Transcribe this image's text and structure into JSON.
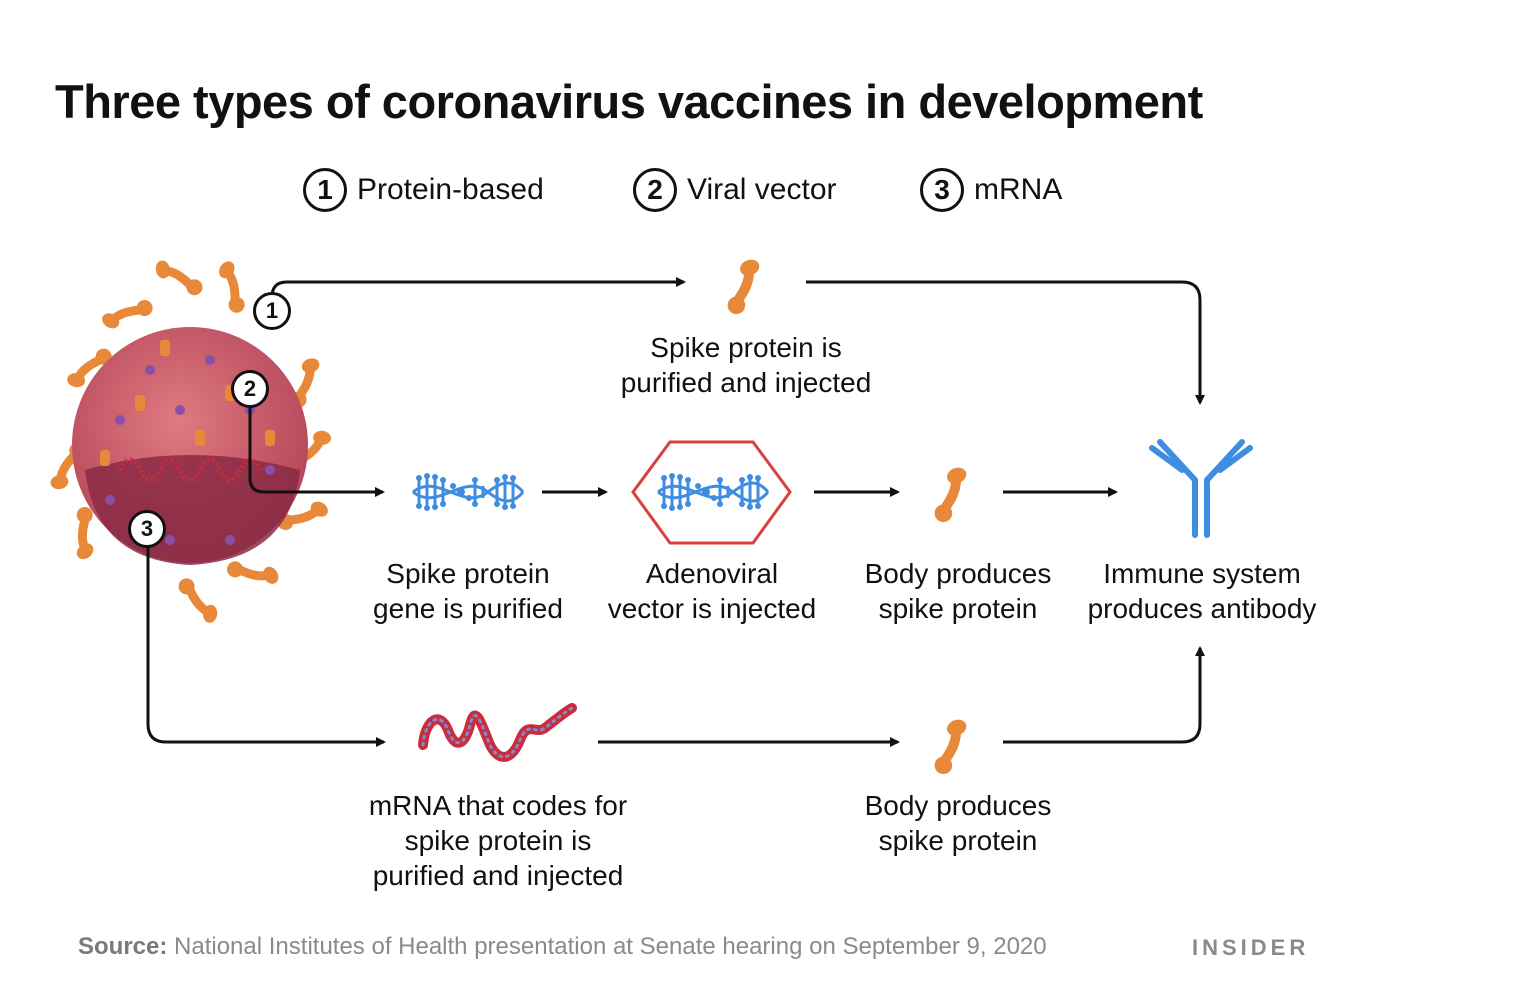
{
  "title": "Three types of coronavirus vaccines in development",
  "legend": [
    {
      "num": "1",
      "label": "Protein-based"
    },
    {
      "num": "2",
      "label": "Viral vector"
    },
    {
      "num": "3",
      "label": "mRNA"
    }
  ],
  "captions": {
    "spike_purified": [
      "Spike protein is",
      "purified and injected"
    ],
    "gene_purified": [
      "Spike protein",
      "gene is purified"
    ],
    "adenoviral": [
      "Adenoviral",
      "vector is injected"
    ],
    "body_produces_2": [
      "Body produces",
      "spike protein"
    ],
    "immune": [
      "Immune system",
      "produces antibody"
    ],
    "mrna": [
      "mRNA that codes for",
      "spike protein is",
      "purified and injected"
    ],
    "body_produces_3": [
      "Body produces",
      "spike protein"
    ]
  },
  "badges": [
    "1",
    "2",
    "3"
  ],
  "source_label": "Source:",
  "source_text": "National Institutes of Health presentation at Senate hearing on September 9, 2020",
  "brand": "INSIDER",
  "colors": {
    "spike": "#e8893a",
    "virus": "#c9606a",
    "dna": "#3f8de0",
    "hexagon": "#d7403e",
    "antibody": "#3f8de0",
    "mrna": "#cc2b3a"
  },
  "icons": [
    "virus-icon",
    "spike-protein-icon",
    "dna-icon",
    "adenovirus-icon",
    "antibody-icon",
    "mrna-strand-icon"
  ]
}
